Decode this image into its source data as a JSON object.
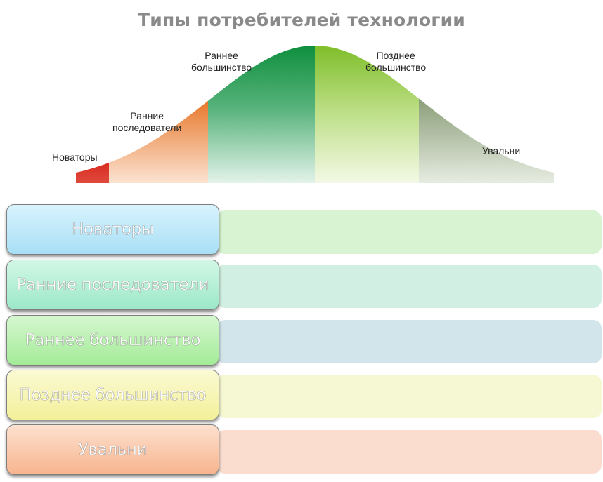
{
  "title": "Типы потребителей технологии",
  "curve_labels": [
    {
      "text": "Новаторы"
    },
    {
      "text": "Ранние\nпоследователи"
    },
    {
      "text": "Раннее\nбольшинство"
    },
    {
      "text": "Позднее\nбольшинство"
    },
    {
      "text": "Увальни"
    }
  ],
  "rows": [
    {
      "label": "Новаторы",
      "box_color": "#a8dff5",
      "box_color_top": "#d8f3fd",
      "bar_color": "#d7f3d2"
    },
    {
      "label": "Ранние последователи",
      "box_color": "#9ce8c8",
      "box_color_top": "#d2f7e6",
      "bar_color": "#d1efe2"
    },
    {
      "label": "Раннее большинство",
      "box_color": "#a4eb98",
      "box_color_top": "#d5f7cf",
      "bar_color": "#d2e5ea"
    },
    {
      "label": "Позднее большинство",
      "box_color": "#f3f099",
      "box_color_top": "#fbfad4",
      "bar_color": "#f5f8d2"
    },
    {
      "label": "Увальни",
      "box_color": "#f7b58e",
      "box_color_top": "#fde0cf",
      "bar_color": "#fbddd0"
    }
  ],
  "colors": {
    "innovators": "#d92b1f",
    "early_adopters": "#e8823a",
    "early_majority": "#1a9a48",
    "late_majority": "#8cc43a",
    "laggards": "#9aab88"
  }
}
